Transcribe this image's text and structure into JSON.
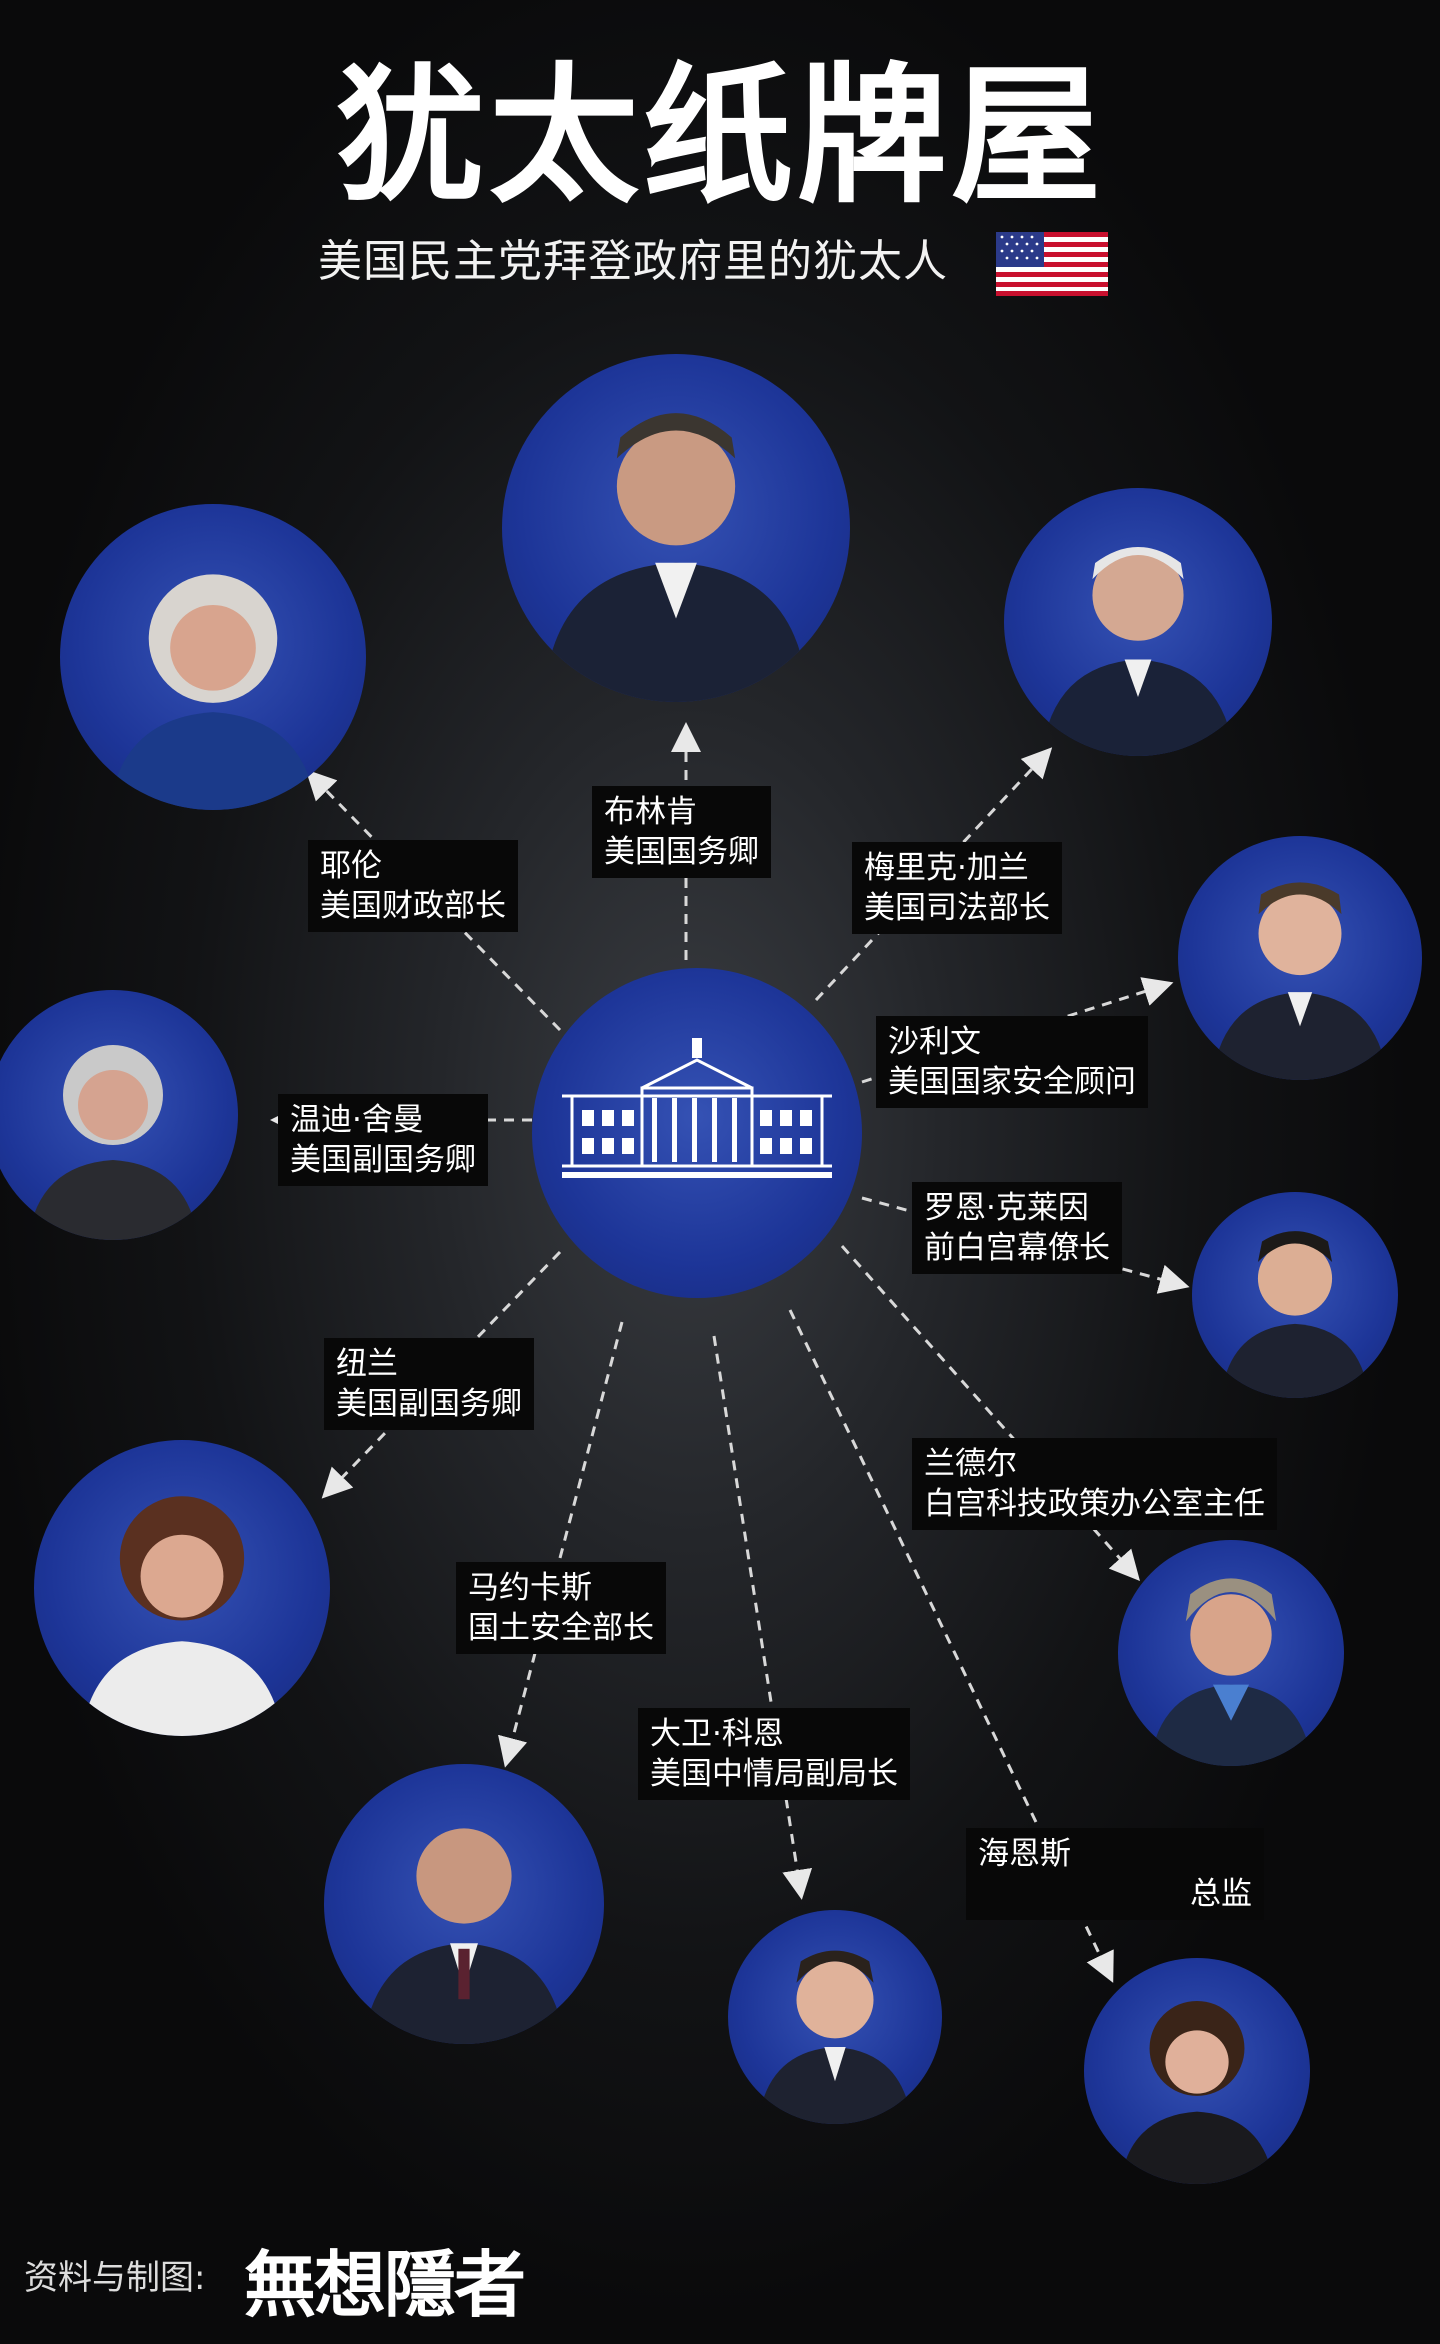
{
  "title": "犹太纸牌屋",
  "subtitle": "美国民主党拜登政府里的犹太人",
  "center_icon": "white-house-icon",
  "people": [
    {
      "id": "blinken",
      "name": "布林肯",
      "role": "美国国务卿"
    },
    {
      "id": "yellen",
      "name": "耶伦",
      "role": "美国财政部长"
    },
    {
      "id": "garland",
      "name": "梅里克·加兰",
      "role": "美国司法部长"
    },
    {
      "id": "sullivan",
      "name": "沙利文",
      "role": "美国国家安全顾问"
    },
    {
      "id": "sherman",
      "name": "温迪·舍曼",
      "role": "美国副国务卿"
    },
    {
      "id": "klain",
      "name": "罗恩·克莱因",
      "role": "前白宫幕僚长"
    },
    {
      "id": "nuland",
      "name": "纽兰",
      "role": "美国副国务卿"
    },
    {
      "id": "lander",
      "name": "兰德尔",
      "role": "白宫科技政策办公室主任"
    },
    {
      "id": "mayorkas",
      "name": "马约卡斯",
      "role": "国土安全部长"
    },
    {
      "id": "cohen",
      "name": "大卫·科恩",
      "role": "美国中情局副局长"
    },
    {
      "id": "haines",
      "name": "海恩斯",
      "role": "总监"
    }
  ],
  "credit_label": "资料与制图:",
  "credit_name": "無想隱者",
  "colors": {
    "circle": "#1d3598",
    "background": "#0a0a0b",
    "label_bg": "#080808"
  }
}
